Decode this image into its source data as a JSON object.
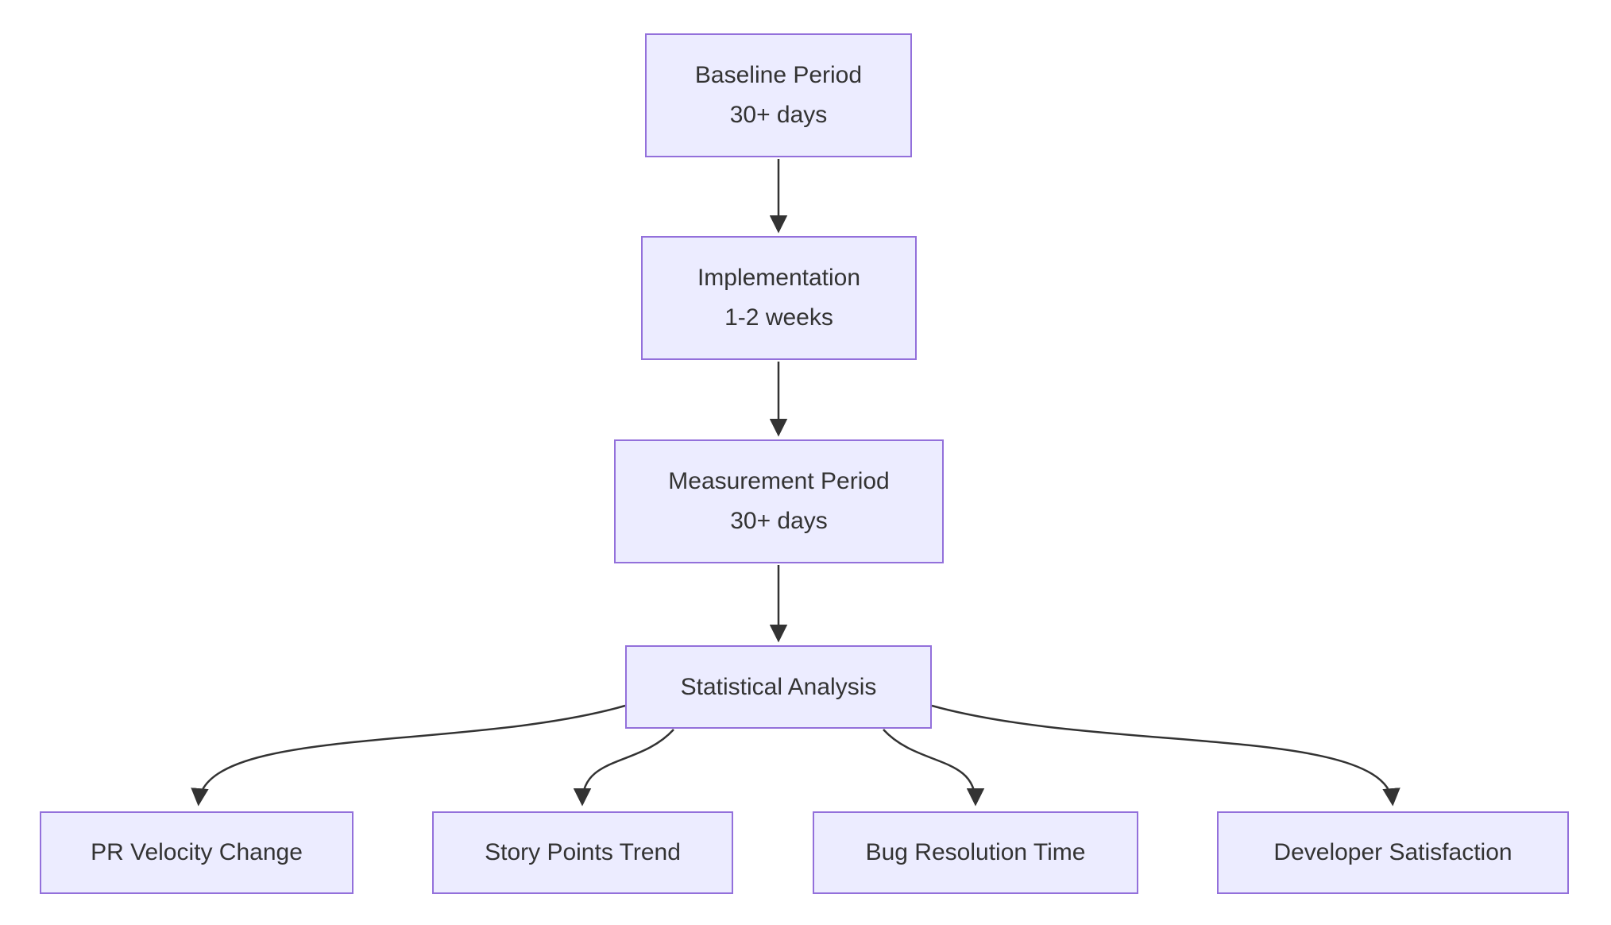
{
  "diagram": {
    "type": "flowchart",
    "direction": "top-down",
    "nodes": {
      "baseline": {
        "line1": "Baseline Period",
        "line2": "30+ days"
      },
      "implementation": {
        "line1": "Implementation",
        "line2": "1-2 weeks"
      },
      "measurement": {
        "line1": "Measurement Period",
        "line2": "30+ days"
      },
      "analysis": {
        "label": "Statistical Analysis"
      },
      "outcomes": [
        {
          "label": "PR Velocity Change"
        },
        {
          "label": "Story Points Trend"
        },
        {
          "label": "Bug Resolution Time"
        },
        {
          "label": "Developer Satisfaction"
        }
      ]
    },
    "edges": [
      {
        "from": "Baseline Period 30+ days",
        "to": "Implementation 1-2 weeks"
      },
      {
        "from": "Implementation 1-2 weeks",
        "to": "Measurement Period 30+ days"
      },
      {
        "from": "Measurement Period 30+ days",
        "to": "Statistical Analysis"
      },
      {
        "from": "Statistical Analysis",
        "to": "PR Velocity Change"
      },
      {
        "from": "Statistical Analysis",
        "to": "Story Points Trend"
      },
      {
        "from": "Statistical Analysis",
        "to": "Bug Resolution Time"
      },
      {
        "from": "Statistical Analysis",
        "to": "Developer Satisfaction"
      }
    ]
  },
  "colors": {
    "node_fill": "#ECECFF",
    "node_border": "#9370DB",
    "text": "#333333",
    "edge": "#333333",
    "background": "#FFFFFF"
  }
}
